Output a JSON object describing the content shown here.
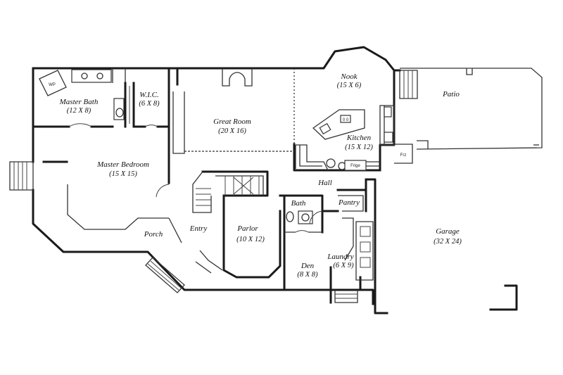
{
  "rooms": {
    "master_bath": {
      "name": "Master Bath",
      "size": "(12 X 8)"
    },
    "wic": {
      "name": "W.I.C.",
      "size": "(6 X 8)"
    },
    "great_room": {
      "name": "Great Room",
      "size": "(20 X 16)"
    },
    "nook": {
      "name": "Nook",
      "size": "(15 X 6)"
    },
    "kitchen": {
      "name": "Kitchen",
      "size": "(15 X 12)"
    },
    "patio": {
      "name": "Patio"
    },
    "master_bedroom": {
      "name": "Master Bedroom",
      "size": "(15 X 15)"
    },
    "hall": {
      "name": "Hall"
    },
    "bath": {
      "name": "Bath"
    },
    "pantry": {
      "name": "Pantry"
    },
    "entry": {
      "name": "Entry"
    },
    "parlor": {
      "name": "Parlor",
      "size": "(10 X 12)"
    },
    "porch": {
      "name": "Porch"
    },
    "garage": {
      "name": "Garage",
      "size": "(32 X 24)"
    },
    "laundry": {
      "name": "Laundry",
      "size": "(6 X 9)"
    },
    "den": {
      "name": "Den",
      "size": "(8 X 8)"
    }
  },
  "fixtures": {
    "tub_label": "WP",
    "fridge_label": "Frige",
    "freezer_label": "Frz",
    "range_label": "0 0"
  },
  "colors": {
    "line": "#1a1a1a",
    "background": "#ffffff"
  }
}
